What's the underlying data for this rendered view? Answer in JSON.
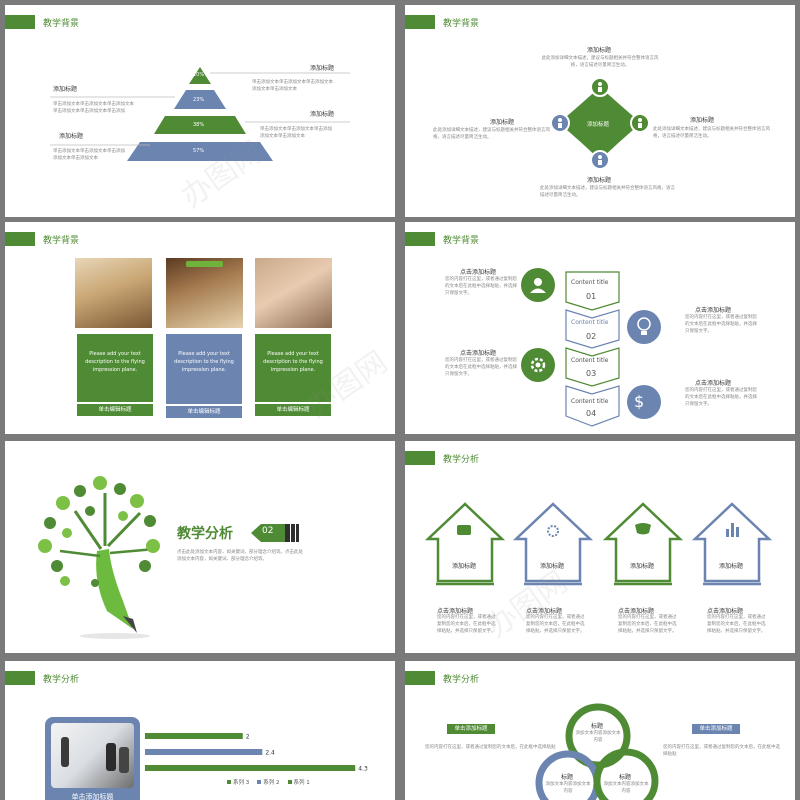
{
  "header_label_bg": "教学背景",
  "header_label_an": "教学分析",
  "colors": {
    "green": "#4f8a34",
    "blue": "#6b85b0",
    "gray": "#7a7a7a"
  },
  "s1": {
    "pyramid": [
      "10%",
      "23%",
      "38%",
      "57%"
    ],
    "titles": [
      "添加标题",
      "添加标题",
      "添加标题",
      "添加标题"
    ],
    "desc_a": "单击添加文本单击添加文本单击添加文本",
    "desc_b": "单击添加文本单击添加文本单击添加",
    "desc_c": "添加文本单击添加文本"
  },
  "s2": {
    "center": "添加标题",
    "titles": [
      "添加标题",
      "添加标题",
      "添加标题",
      "添加标题"
    ],
    "desc": "此处添加详细文本描述，建议与标题相关并符合整体语言风格，语言描述尽量简洁生动。"
  },
  "s3": {
    "box_text": "Please add your text description to the flying impression plane.",
    "box_label": "单击编辑标题"
  },
  "s4": {
    "steps": [
      {
        "title": "Content title",
        "num": "01"
      },
      {
        "title": "Content title",
        "num": "02"
      },
      {
        "title": "Content title",
        "num": "03"
      },
      {
        "title": "Content title",
        "num": "04"
      }
    ],
    "side_title": "点击添加标题",
    "side_desc": "您的内容打在这里，或者通过复制您的文本后在此框中选择粘贴，并选择只保留文字。"
  },
  "s5": {
    "title": "教学分析",
    "num": "02",
    "desc": "点击此处添加文本内容，如关键词、部分理念介绍等。点击此处添加文本内容，如关键词、部分理念介绍等。"
  },
  "s6": {
    "arrow_label": "添加标题",
    "col_title": "点击添加标题",
    "col_desc": "您的内容打在这里，或者通过复制您的文本后，在此框中选择粘贴，并选择只保留文字。"
  },
  "s7": {
    "caption": "单击添加标题",
    "legend": [
      "系列 3",
      "系列 2",
      "系列 1"
    ]
  },
  "chart_data": {
    "type": "bar",
    "orientation": "horizontal",
    "categories": [
      "系列 1",
      "系列 2",
      "系列 3"
    ],
    "values": [
      2,
      2.4,
      4.3
    ],
    "xlim": [
      0,
      4.5
    ],
    "series_colors": [
      "#4f8a34",
      "#6b85b0",
      "#4f8a34"
    ]
  },
  "s8": {
    "left_tag": "单击添加标题",
    "right_tag": "单击添加标题",
    "circle_title": "标题",
    "circle_desc": "添加文本内容添加文本内容",
    "side_desc": "您的内容打在这里，或者通过复制您的文本后，在此框中选择粘贴"
  }
}
